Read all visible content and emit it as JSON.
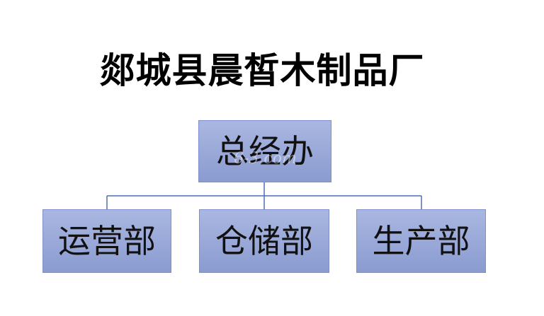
{
  "title": "郯城县晨皙木制品厂",
  "org_chart": {
    "root": {
      "label": "总经办"
    },
    "children": [
      {
        "label": "运营部"
      },
      {
        "label": "仓储部"
      },
      {
        "label": "生产部"
      }
    ]
  },
  "colors": {
    "node_fill": "#9aa9d8",
    "node_border": "#7f90c8",
    "connector": "#4a6fb0"
  }
}
